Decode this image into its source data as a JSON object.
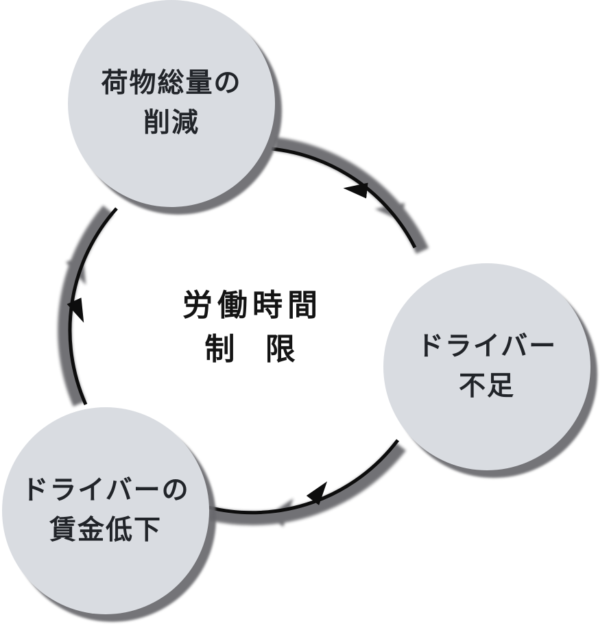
{
  "diagram": {
    "title_circle": {
      "line1": "労働時間",
      "line2": "制 限"
    },
    "satellites": [
      {
        "name": "cargo-volume-reduction",
        "line1": "荷物総量の",
        "line2": "削減"
      },
      {
        "name": "driver-shortage",
        "line1": "ドライバー",
        "line2": "不足"
      },
      {
        "name": "driver-wage-decline",
        "line1": "ドライバーの",
        "line2": "賃金低下"
      }
    ],
    "cycle_direction": "counterclockwise",
    "colors": {
      "satellite_fill": "#d9dce1",
      "center_fill": "#ffffff",
      "arrow_black": "#0d0d0d",
      "shadow_gray": "#6a6a6e",
      "text_dark": "#212429",
      "center_text": "#141414"
    }
  }
}
